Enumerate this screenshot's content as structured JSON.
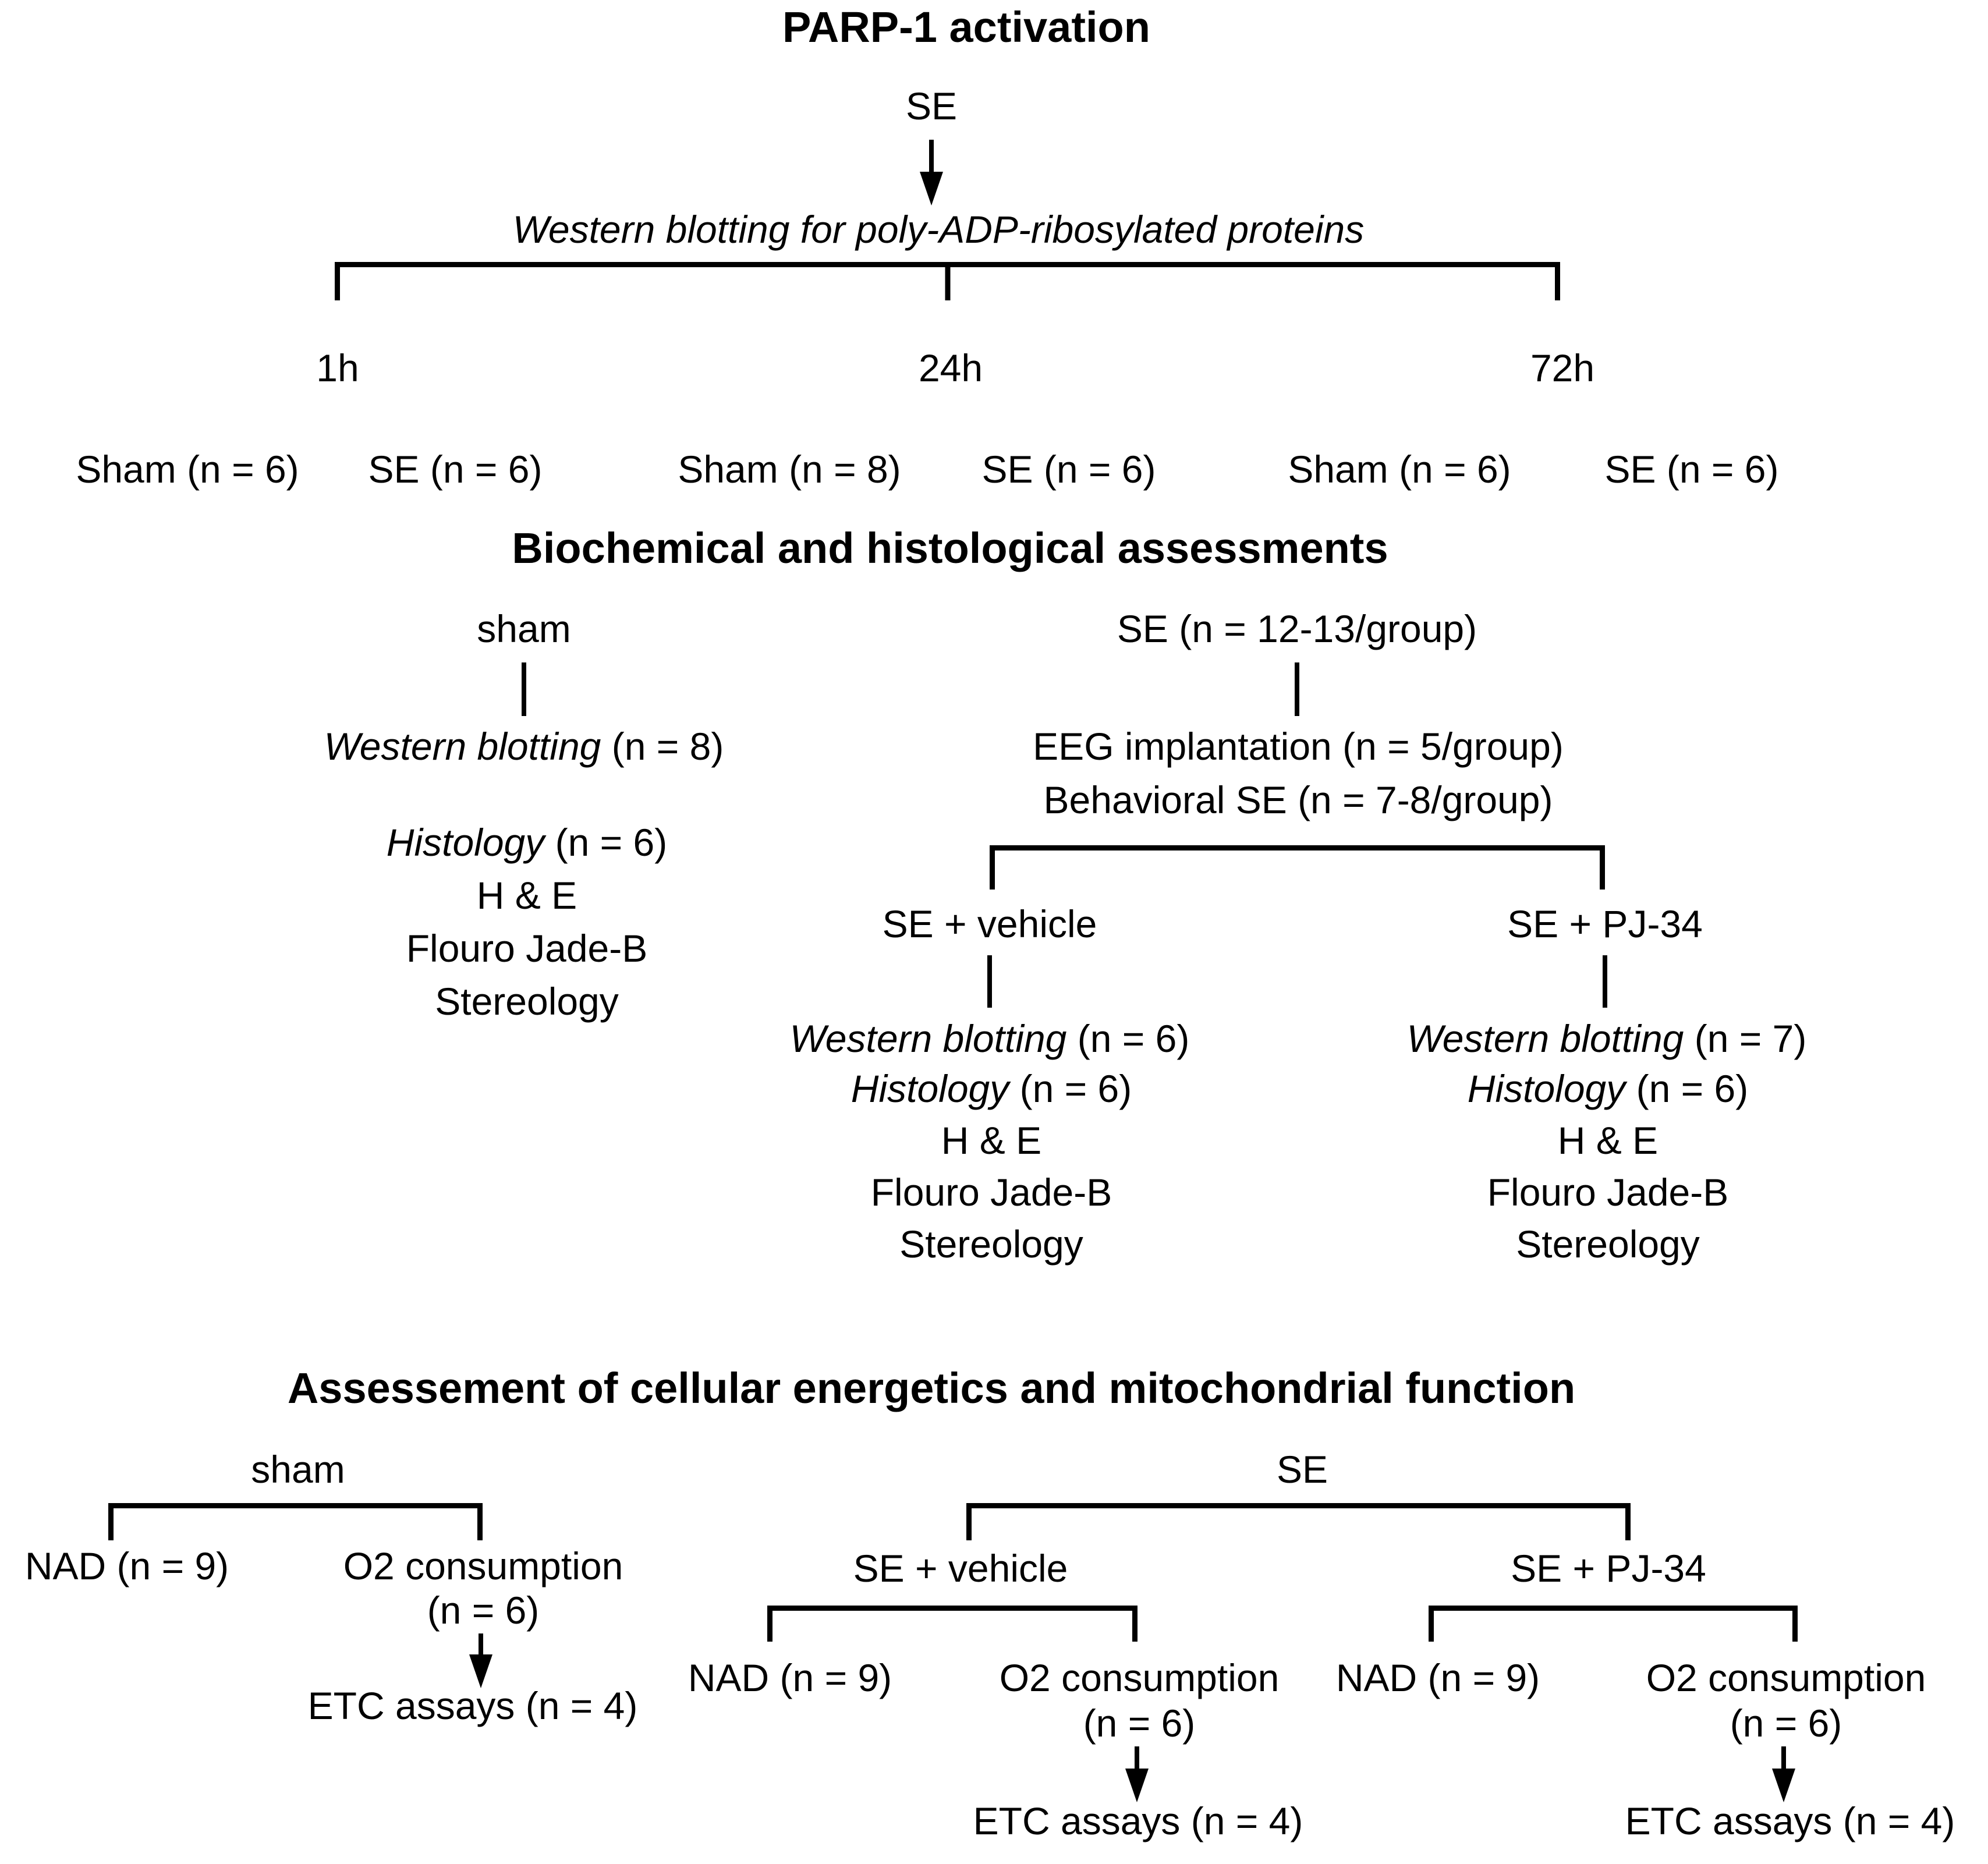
{
  "colors": {
    "ink": "#000000",
    "paper": "#ffffff"
  },
  "section1": {
    "title": "PARP-1 activation",
    "root": "SE",
    "method": "Western blotting for poly-ADP-ribosylated proteins",
    "timepoints": [
      {
        "label": "1h",
        "groups": [
          {
            "label": "Sham (n = 6)"
          },
          {
            "label": "SE (n = 6)"
          }
        ]
      },
      {
        "label": "24h",
        "groups": [
          {
            "label": "Sham (n = 8)"
          },
          {
            "label": "SE (n = 6)"
          }
        ]
      },
      {
        "label": "72h",
        "groups": [
          {
            "label": "Sham (n = 6)"
          },
          {
            "label": "SE (n = 6)"
          }
        ]
      }
    ]
  },
  "section2": {
    "title": "Biochemical and histological assessments",
    "sham_branch": {
      "root": "sham",
      "western_blotting": {
        "label": "Western blotting",
        "n": " (n = 8)"
      },
      "histology": {
        "label": "Histology",
        "n": " (n = 6)",
        "items": [
          "H & E",
          "Flouro Jade-B",
          "Stereology"
        ]
      }
    },
    "se_branch": {
      "root": "SE (n = 12-13/group)",
      "eeg": "EEG implantation (n = 5/group)",
      "behavioral": "Behavioral SE (n = 7-8/group)",
      "arms": [
        {
          "label": "SE + vehicle",
          "western_blotting": {
            "label": "Western blotting",
            "n": " (n = 6)"
          },
          "histology": {
            "label": "Histology",
            "n": " (n = 6)",
            "items": [
              "H & E",
              "Flouro Jade-B",
              "Stereology"
            ]
          }
        },
        {
          "label": "SE + PJ-34",
          "western_blotting": {
            "label": "Western blotting",
            "n": " (n = 7)"
          },
          "histology": {
            "label": "Histology",
            "n": " (n = 6)",
            "items": [
              "H & E",
              "Flouro Jade-B",
              "Stereology"
            ]
          }
        }
      ]
    }
  },
  "section3": {
    "title": "Assessement of cellular energetics and mitochondrial function",
    "sham_branch": {
      "root": "sham",
      "nad": "NAD (n = 9)",
      "o2": "O2 consumption",
      "o2_n": "(n = 6)",
      "etc": "ETC assays (n = 4)"
    },
    "se_branch": {
      "root": "SE",
      "arms": [
        {
          "label": "SE + vehicle",
          "nad": "NAD (n = 9)",
          "o2": "O2 consumption",
          "o2_n": "(n = 6)",
          "etc": "ETC assays (n = 4)"
        },
        {
          "label": "SE + PJ-34",
          "nad": "NAD (n = 9)",
          "o2": "O2 consumption",
          "o2_n": "(n = 6)",
          "etc": "ETC assays (n = 4)"
        }
      ]
    }
  }
}
